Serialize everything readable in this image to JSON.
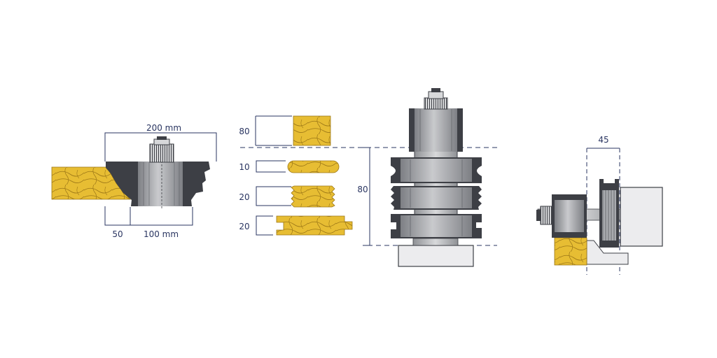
{
  "labels": {
    "top_width": "200 mm",
    "bottom_offset": "50",
    "bottom_width": "100 mm",
    "stack_80_top": "80",
    "stack_10": "10",
    "stack_20a": "20",
    "stack_20b": "20",
    "height_80": "80",
    "offset_45": "45"
  },
  "colors": {
    "wood": "#e7bd33",
    "grain": "#9b7616",
    "dim_line": "#2a3561",
    "cutter_dark": "#3d3f45",
    "cutter_mid": "#9d9fa3",
    "cutter_light": "#d3d4d6",
    "base": "#ececee"
  }
}
